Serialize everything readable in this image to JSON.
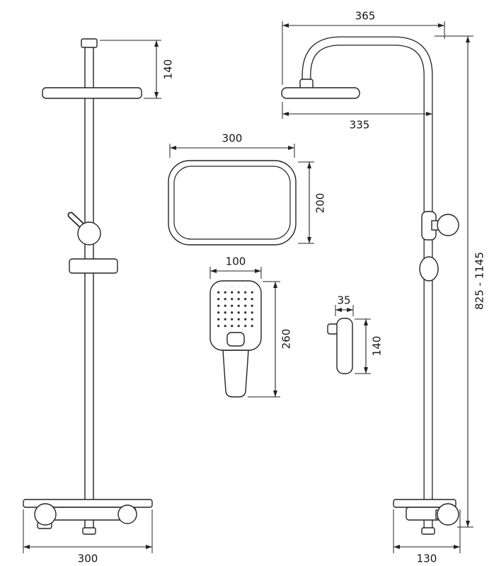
{
  "views": {
    "front": {
      "head_height": "140",
      "base_width": "300"
    },
    "head_top": {
      "width": "300",
      "depth": "200"
    },
    "hand_shower": {
      "width": "100",
      "height": "260"
    },
    "holder": {
      "width": "35",
      "height": "140"
    },
    "side": {
      "arm_width": "365",
      "head_width": "335",
      "height_range": "825 - 1145",
      "base_width": "130"
    }
  }
}
